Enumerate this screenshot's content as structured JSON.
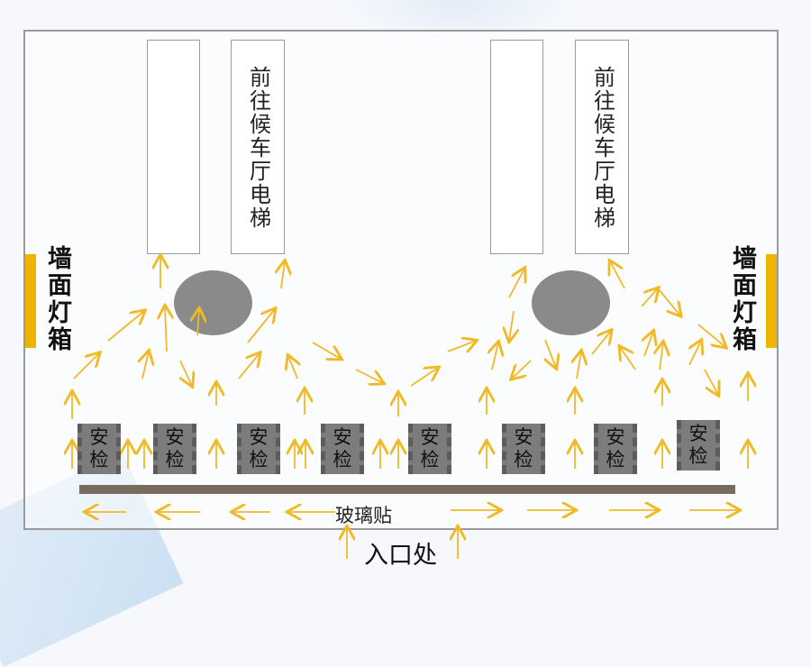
{
  "elevators": [
    {
      "label": ""
    },
    {
      "label": "前往候车厅电梯"
    },
    {
      "label": ""
    },
    {
      "label": "前往候车厅电梯"
    }
  ],
  "light_boxes": {
    "left_label": "墙面灯箱",
    "right_label": "墙面灯箱",
    "color": "#f0b400"
  },
  "security_checks": [
    {
      "label": "安检"
    },
    {
      "label": "安检"
    },
    {
      "label": "安检"
    },
    {
      "label": "安检"
    },
    {
      "label": "安检"
    },
    {
      "label": "安检"
    },
    {
      "label": "安检"
    },
    {
      "label": "安检"
    }
  ],
  "glass_label": "玻璃贴",
  "entrance_label": "入口处",
  "colors": {
    "arrow": "#f2b926",
    "pillar": "#8a8a8a",
    "kiosk": "#7c7c7c",
    "glass_bar": "#776d5e",
    "border": "#9a9a9a"
  }
}
